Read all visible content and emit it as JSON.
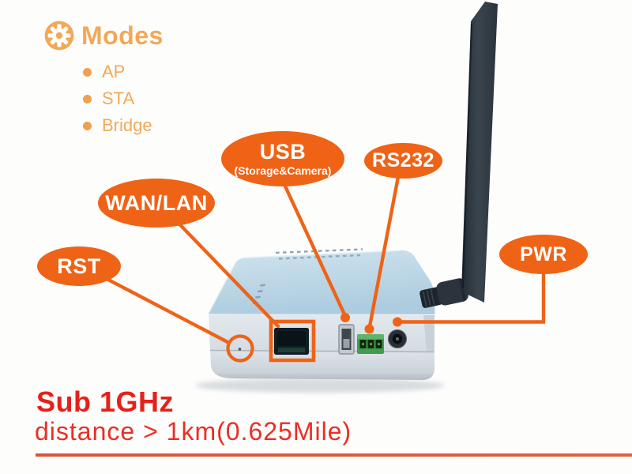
{
  "colors": {
    "accent_orange": "#ef6317",
    "modes_orange": "#f3a858",
    "headline_red": "#e6201a",
    "rule_color": "#dc5a3c",
    "device_top": "#b5d1e2",
    "device_front": "#dce3e9",
    "antenna": "#313b44"
  },
  "modes": {
    "icon": "gear-icon",
    "title": "Modes",
    "items": [
      "AP",
      "STA",
      "Bridge"
    ]
  },
  "callouts": {
    "usb": {
      "label": "USB",
      "sublabel": "(Storage&Camera)"
    },
    "rs232": {
      "label": "RS232"
    },
    "wan_lan": {
      "label": "WAN/LAN"
    },
    "rst": {
      "label": "RST"
    },
    "pwr": {
      "label": "PWR"
    }
  },
  "footer": {
    "title": "Sub 1GHz",
    "subtitle": "distance > 1km(0.625Mile)"
  },
  "device": {
    "description": "wireless gateway rear panel with external antenna",
    "part_icons": [
      "reset-pinhole",
      "rj45-port",
      "usb-port",
      "rs232-terminal-port",
      "power-jack",
      "antenna"
    ]
  }
}
